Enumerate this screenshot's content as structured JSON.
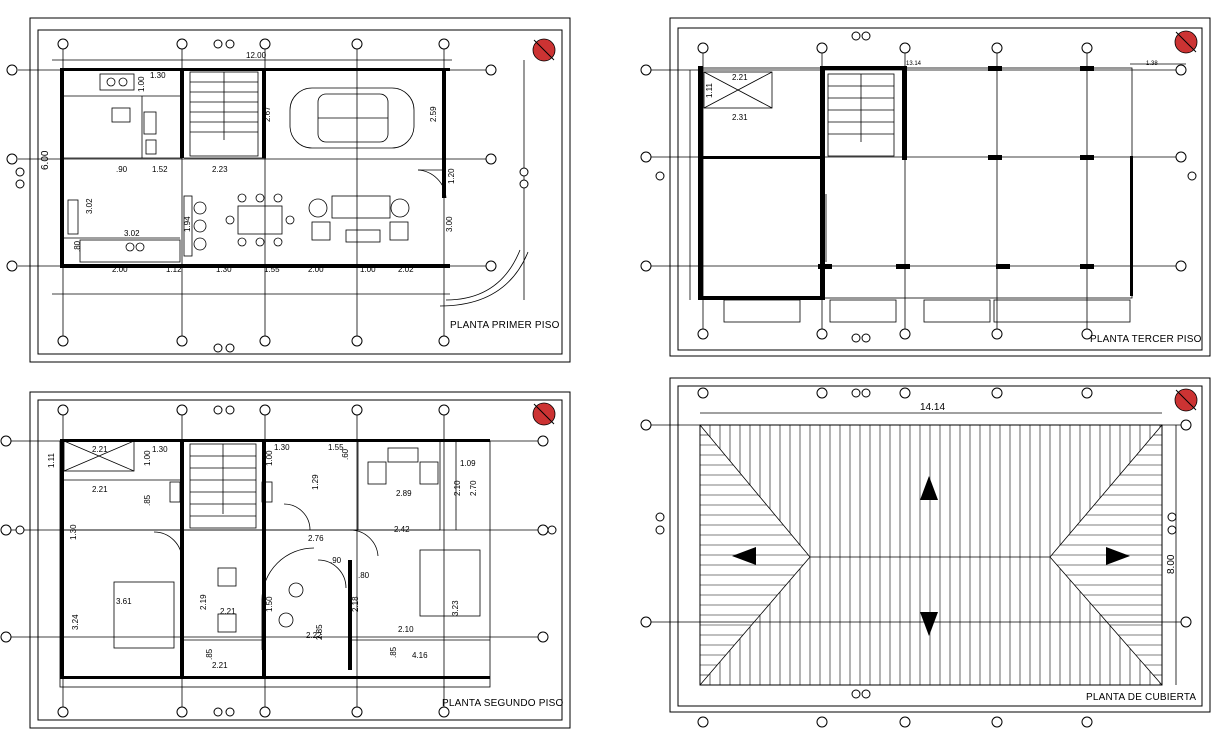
{
  "sheets": [
    {
      "id": "primer-piso",
      "title": "PLANTA  PRIMER PISO",
      "dims": {
        "overall_width": "12.00",
        "overall_depth": "6.00",
        "kitchen_w": "1.30",
        "bath_h": "1.00",
        "stair_h": "2.67",
        "garage_h": "2.59",
        "door_w": ".90",
        "corr_w": "1.52",
        "hall_w": "2.23",
        "kitchen_h": "3.02",
        "counter_w": "3.02",
        "window_h": "1.20",
        "dining_h": "1.94",
        "living_h": "3.00",
        "sill": ".80",
        "bottom_1": "2.00",
        "bottom_2": "1.12",
        "bottom_3": "1.30",
        "bottom_4": "1.55",
        "bottom_5": "2.00",
        "bottom_6": "1.00",
        "bottom_7": "2.02"
      }
    },
    {
      "id": "segundo-piso",
      "title": "PLANTA  SEGUNDO PISO",
      "dims": {
        "bath1_w": "2.21",
        "bath2_w": "1.30",
        "bath3_w": "1.30",
        "hall_w": "1.55",
        "door_1": ".60",
        "bath_h1": "1.11",
        "bath_h2": "1.00",
        "bath_h3": "1.00",
        "closet_w": "2.21",
        "closet_h": ".85",
        "wc_h": "1.29",
        "study_w": "2.89",
        "balcony_h": "2.10",
        "balcony_h2": "2.70",
        "balcony_w": "1.09",
        "corridor_w": "2.76",
        "room_w": "2.42",
        "door_2": ".90",
        "left_h": "1.30",
        "bed1_w": "3.61",
        "bed1_h": "3.24",
        "hall2_h": "2.19",
        "hall2_w": "2.21",
        "office_h": "1.50",
        "office_w": "2.22",
        "office_h2": "2.85",
        "bed2_h": "3.23",
        "bed2_w": "2.10",
        "bed2_h2": "2.18",
        "sill_1": ".80",
        "sill_2": ".85",
        "sill_3": ".85",
        "bottom_w": "2.21",
        "terrace_w": "4.16"
      }
    },
    {
      "id": "tercer-piso",
      "title": "PLANTA  TERCER PISO",
      "dims": {
        "top_w": "2.21",
        "top_h": "1.11",
        "lower_w": "2.31",
        "overall_w": "13.14",
        "right_w": "1.38"
      }
    },
    {
      "id": "cubierta",
      "title": "PLANTA  DE CUBIERTA",
      "dims": {
        "width": "14.14",
        "depth": "8.00"
      }
    }
  ]
}
